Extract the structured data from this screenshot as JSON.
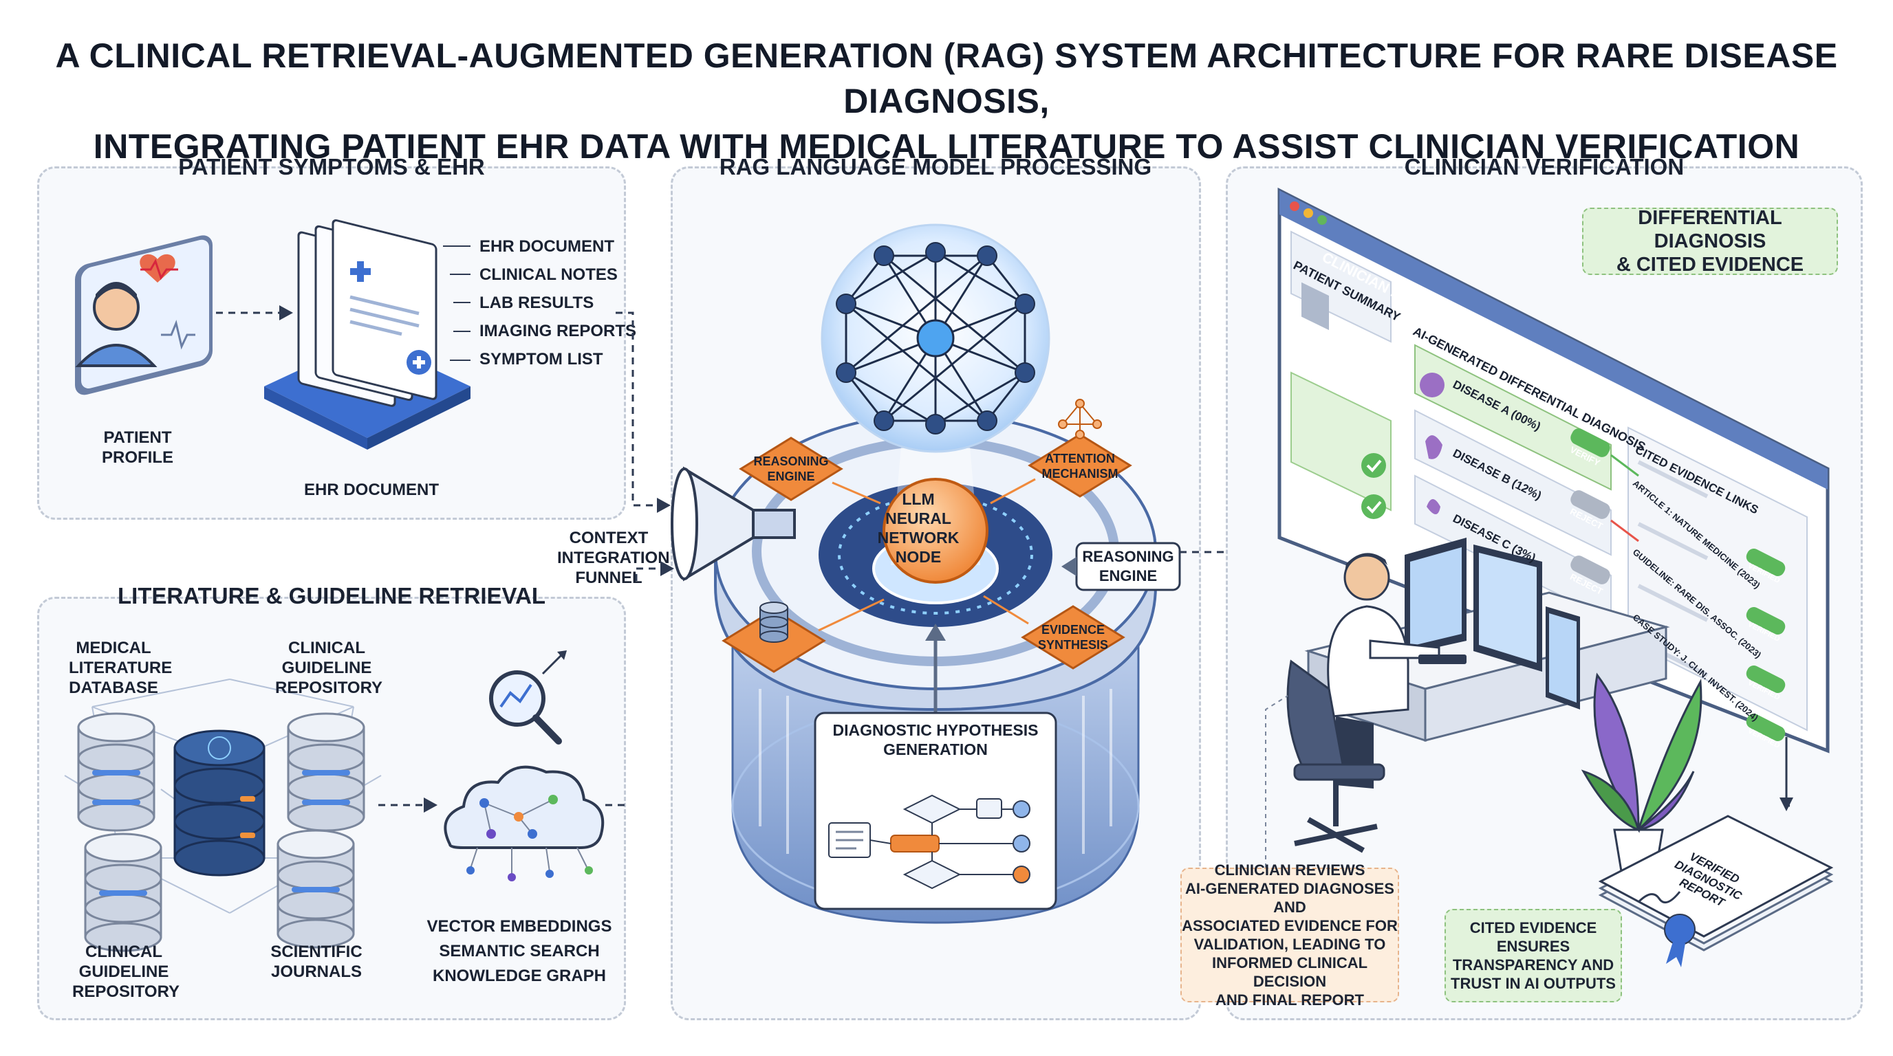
{
  "title": {
    "line1": "A CLINICAL RETRIEVAL-AUGMENTED GENERATION (RAG) SYSTEM ARCHITECTURE FOR RARE DISEASE DIAGNOSIS,",
    "line2": "INTEGRATING PATIENT EHR DATA WITH MEDICAL LITERATURE TO ASSIST CLINICIAN VERIFICATION"
  },
  "ehr_panel": {
    "title": "PATIENT SYMPTOMS & EHR",
    "patient_label_1": "PATIENT",
    "patient_label_2": "PROFILE",
    "doc_label": "EHR DOCUMENT",
    "doc_items": [
      "EHR DOCUMENT",
      "CLINICAL NOTES",
      "LAB RESULTS",
      "IMAGING REPORTS",
      "SYMPTOM LIST"
    ]
  },
  "literature_panel": {
    "title": "LITERATURE & GUIDELINE RETRIEVAL",
    "db_medical": [
      "MEDICAL",
      "LITERATURE",
      "DATABASE"
    ],
    "db_guideline_top": [
      "CLINICAL",
      "GUIDELINE",
      "REPOSITORY"
    ],
    "db_guideline_bottom": [
      "CLINICAL",
      "GUIDELINE",
      "REPOSITORY"
    ],
    "db_journals": [
      "SCIENTIFIC",
      "JOURNALS"
    ],
    "vector_labels": [
      "VECTOR EMBEDDINGS",
      "SEMANTIC SEARCH",
      "KNOWLEDGE GRAPH"
    ]
  },
  "rag_panel": {
    "title": "RAG LANGUAGE MODEL PROCESSING",
    "funnel_label": [
      "CONTEXT",
      "INTEGRATION",
      "FUNNEL"
    ],
    "core": [
      "LLM",
      "NEURAL",
      "NETWORK",
      "NODE"
    ],
    "reasoning_left": [
      "REASONING",
      "ENGINE"
    ],
    "attention": [
      "ATTENTION",
      "MECHANISM"
    ],
    "evidence": [
      "EVIDENCE",
      "SYNTHESIS"
    ],
    "reasoning_right": [
      "REASONING",
      "ENGINE"
    ],
    "hypothesis": [
      "DIAGNOSTIC HYPOTHESIS",
      "GENERATION"
    ]
  },
  "clinician_panel": {
    "title": "CLINICIAN VERIFICATION",
    "diff_box": [
      "DIFFERENTIAL DIAGNOSIS",
      "& CITED EVIDENCE"
    ],
    "interface_title": "CLINICIAN INTERFACE",
    "patient_summary": "PATIENT SUMMARY",
    "ai_header": "AI-GENERATED DIFFERENTIAL DIAGNOSIS",
    "diseases": [
      {
        "name": "DISEASE A (00%)",
        "action": "VERIFY"
      },
      {
        "name": "DISEASE B (12%)",
        "action": "REJECT"
      },
      {
        "name": "DISEASE C (3%)",
        "action": "REJECT"
      }
    ],
    "evidence_header": "CITED EVIDENCE LINKS",
    "evidence_items": [
      {
        "text": "ARTICLE 1: NATURE MEDICINE (2023)",
        "badge": "VERIFIED"
      },
      {
        "text": "GUIDELINE: RARE DIS. ASSOC. (2023)",
        "badge": "VERIFIED"
      },
      {
        "text": "CASE STUDY: J. CLIN. INVEST. (2024)",
        "badge": "VERIFIED"
      },
      {
        "text": "",
        "badge": "VERIFIED"
      }
    ],
    "report_lines": [
      "VERIFIED",
      "DIAGNOSTIC",
      "REPORT"
    ],
    "review_note": [
      "CLINICIAN REVIEWS",
      "AI-GENERATED DIAGNOSES AND",
      "ASSOCIATED EVIDENCE FOR",
      "VALIDATION, LEADING TO",
      "INFORMED CLINICAL DECISION",
      "AND FINAL REPORT"
    ],
    "evidence_note": [
      "CITED EVIDENCE",
      "ENSURES",
      "TRANSPARENCY AND",
      "TRUST IN AI OUTPUTS"
    ]
  },
  "colors": {
    "accent_blue": "#3d6fd0",
    "orange": "#f08a3c",
    "green": "#5cb85c",
    "panel_bg": "#f7f9fc"
  }
}
